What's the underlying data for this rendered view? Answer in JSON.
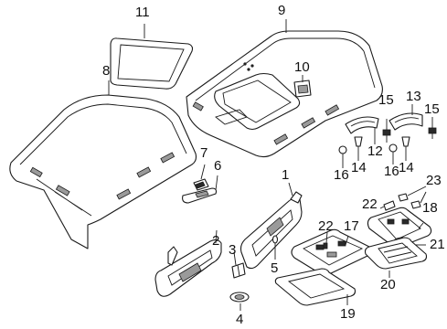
{
  "callouts": {
    "c1": "1",
    "c2": "2",
    "c3": "3",
    "c4": "4",
    "c5": "5",
    "c6": "6",
    "c7": "7",
    "c8": "8",
    "c9": "9",
    "c10": "10",
    "c11": "11",
    "c12": "12",
    "c13": "13",
    "c14a": "14",
    "c14b": "14",
    "c15a": "15",
    "c15b": "15",
    "c16a": "16",
    "c16b": "16",
    "c17": "17",
    "c18": "18",
    "c19": "19",
    "c20": "20",
    "c21": "21",
    "c22a": "22",
    "c22b": "22",
    "c23": "23"
  },
  "colors": {
    "line": "#1a1a1a",
    "fill": "#ffffff",
    "shade": "#9a9a9a"
  }
}
